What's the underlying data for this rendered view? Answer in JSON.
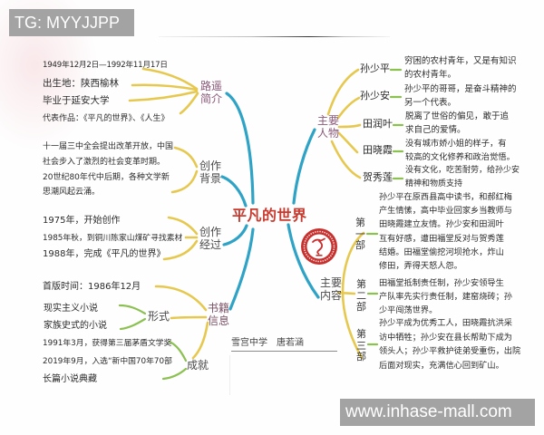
{
  "watermarks": {
    "top_left": "TG: MYYJJPP",
    "bottom_right": "www.inhase-mall.com"
  },
  "mindmap": {
    "central_topic": "平凡的世界",
    "author_line": "雪宫中学　唐若涵",
    "colors": {
      "main_branch": "#2fa3c6",
      "sub_branch": "#e6c84f",
      "leaf_branch": "#8cc152",
      "central_topic": "#c8392e",
      "logo": "#c8302e",
      "label_mauve": "#8a5878",
      "watermark_bg": "#a3a3a3"
    },
    "author_intro": {
      "label": [
        "路遥",
        "简介"
      ],
      "items": [
        "1949年12月2日—1992年11月17日",
        "出生地：陕西榆林",
        "毕业于延安大学",
        "代表作品：《平凡的世界》、《人生》"
      ]
    },
    "background": {
      "label": [
        "创作",
        "背景"
      ],
      "lines": [
        "十一届三中全会提出改革开放，中国",
        "社会步入了激烈的社会变革时期。",
        "20世纪80年代中后期，各种文学新",
        "思潮风起云涌。"
      ]
    },
    "process": {
      "label": [
        "创作",
        "经过"
      ],
      "items": [
        "1975年，开始创作",
        "1985年秋，到铜川陈家山煤矿寻找素材",
        "1988年，完成《平凡的世界》"
      ]
    },
    "book_info": {
      "label": [
        "书籍",
        "信息"
      ],
      "first_edition": "首版时间：1986年12月",
      "form": {
        "label": "形式",
        "items": [
          "现实主义小说",
          "家族史式的小说"
        ]
      },
      "achievements": {
        "label": "成就",
        "lines": [
          "1991年3月，获得第三届茅盾文学奖",
          "2019年9月，入选“新中国70年70部",
          "长篇小说典藏"
        ]
      }
    },
    "characters": {
      "label": [
        "主要",
        "人物"
      ],
      "items": [
        {
          "name": "孙少平",
          "desc": [
            "穷困的农村青年，又是有知识",
            "的农村青年。"
          ]
        },
        {
          "name": "孙少安",
          "desc": [
            "孙少平的哥哥，是奋斗精神的",
            "另一个代表。"
          ]
        },
        {
          "name": "田润叶",
          "desc": [
            "脱离了世俗的偏见，敢于追",
            "求自己的爱情。"
          ]
        },
        {
          "name": "田晓霞",
          "desc": [
            "没有城市娇小姐的样子，有",
            "较高的文化修养和政治觉悟。"
          ]
        },
        {
          "name": "贺秀莲",
          "desc": [
            "没有文化，吃苦耐劳，给孙少安",
            "精神和物质支持"
          ]
        }
      ]
    },
    "content": {
      "label": [
        "主要",
        "内容"
      ],
      "parts": [
        {
          "label": "第一部",
          "lines": [
            "孙少平在原西县高中读书，和郝红梅",
            "产生情愫，高中毕业回家乡当教师与",
            "田晓霞建立友情。孙少安和田润叶",
            "互有好感，遭田福堂反对与贺秀莲",
            "结婚。田福堂偷挖河坝抢水，炸山",
            "修田，弄得天怒人怨。"
          ]
        },
        {
          "label": "第二部",
          "lines": [
            "田福堂抵制责任制，孙少安领导生",
            "产队率先实行责任制，建窑烧砖；孙",
            "少平闯荡世界。"
          ]
        },
        {
          "label": "第三部",
          "lines": [
            "孙少平成为优秀工人，田晓霞抗洪采",
            "访中牺牲；孙少安在县长帮助下成为",
            "领头人；孙少平救护徒弟受重伤，出院",
            "后面对现实，充满信心回到矿山。"
          ]
        }
      ]
    }
  }
}
